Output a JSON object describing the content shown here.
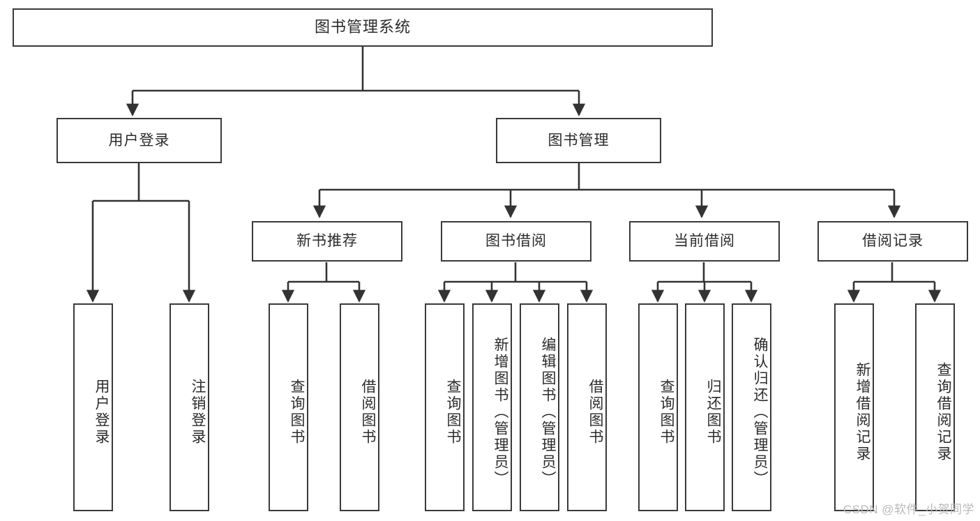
{
  "diagram": {
    "title": "图书管理系统",
    "type": "tree",
    "colors": {
      "box_border": "#3a3a3a",
      "box_fill": "#ffffff",
      "connector": "#333333",
      "text": "#2b2b2b",
      "watermark": "#b9b9b9"
    },
    "root": {
      "id": "root",
      "label": "图书管理系统"
    },
    "level2": [
      {
        "id": "user-login",
        "label": "用户登录"
      },
      {
        "id": "book-manage",
        "label": "图书管理"
      }
    ],
    "level3": [
      {
        "id": "new-book-recommend",
        "label": "新书推荐",
        "parent": "book-manage"
      },
      {
        "id": "book-borrow",
        "label": "图书借阅",
        "parent": "book-manage"
      },
      {
        "id": "current-borrow",
        "label": "当前借阅",
        "parent": "book-manage"
      },
      {
        "id": "borrow-record",
        "label": "借阅记录",
        "parent": "book-manage"
      }
    ],
    "leaves": {
      "user_login": [
        {
          "id": "leaf-user-login",
          "label": "用户登录"
        },
        {
          "id": "leaf-logout-login",
          "label": "注销登录"
        }
      ],
      "new_book_recommend": [
        {
          "id": "leaf-query-book-1",
          "label": "查询图书"
        },
        {
          "id": "leaf-borrow-book-1",
          "label": "借阅图书"
        }
      ],
      "book_borrow": [
        {
          "id": "leaf-query-book-2",
          "label": "查询图书"
        },
        {
          "id": "leaf-add-book",
          "label": "新增图书（管理员）"
        },
        {
          "id": "leaf-edit-book",
          "label": "编辑图书（管理员）"
        },
        {
          "id": "leaf-borrow-book-2",
          "label": "借阅图书"
        }
      ],
      "current_borrow": [
        {
          "id": "leaf-query-book-3",
          "label": "查询图书"
        },
        {
          "id": "leaf-return-book",
          "label": "归还图书"
        },
        {
          "id": "leaf-confirm-return",
          "label": "确认归还（管理员）"
        }
      ],
      "borrow_record": [
        {
          "id": "leaf-add-record",
          "label": "新增借阅记录"
        },
        {
          "id": "leaf-query-record",
          "label": "查询借阅记录"
        }
      ]
    },
    "watermark": "CSDN @软件_小贺同学"
  }
}
